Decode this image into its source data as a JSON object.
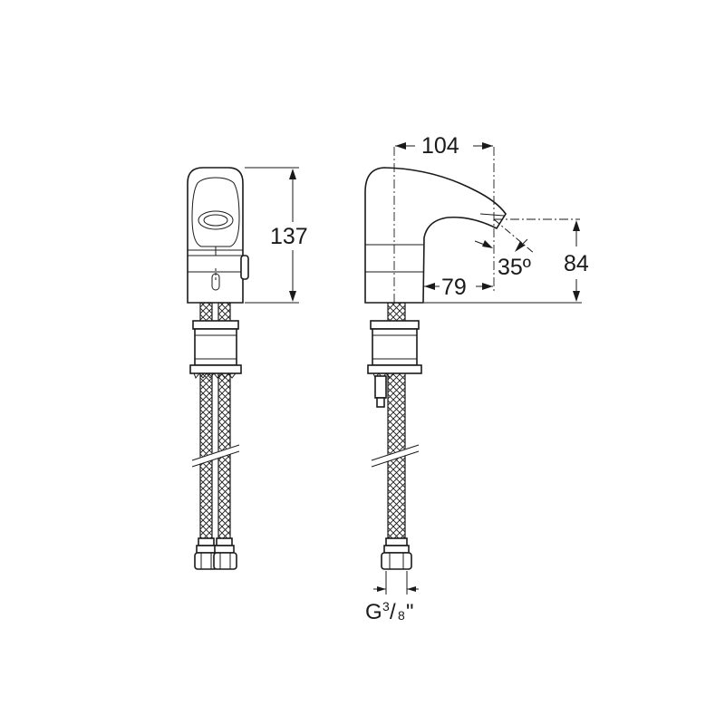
{
  "dimensions": {
    "height_total": "137",
    "spout_reach": "104",
    "spout_reach_short": "79",
    "outlet_height": "84",
    "spout_angle": "35º"
  },
  "connection": {
    "thread_prefix": "G",
    "thread_numerator": "3",
    "thread_slash": "/",
    "thread_denominator": "8",
    "thread_unit": "\""
  },
  "colors": {
    "line": "#1a1a1a",
    "background": "#ffffff"
  }
}
